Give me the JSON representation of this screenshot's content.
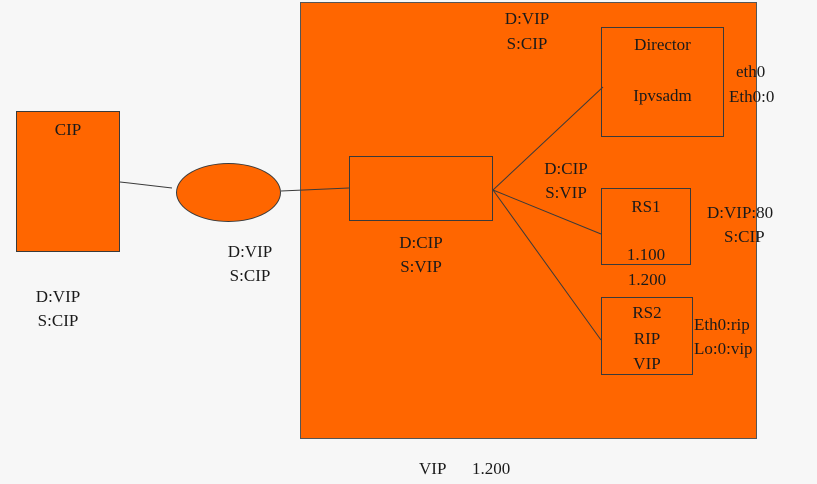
{
  "client": {
    "label": "CIP",
    "below_line1": "D:VIP",
    "below_line2": "S:CIP"
  },
  "router": {
    "below_line1": "D:VIP",
    "below_line2": "S:CIP"
  },
  "large_box": {
    "top_line1": "D:VIP",
    "top_line2": "S:CIP",
    "bottom_label_a": "VIP",
    "bottom_label_b": "1.200"
  },
  "switch_box": {
    "below_line1": "D:CIP",
    "below_line2": "S:VIP"
  },
  "director": {
    "title": "Director",
    "subtitle": "Ipvsadm",
    "side_line1": "eth0",
    "side_line2": "Eth0:0"
  },
  "middle_label": {
    "line1": "D:CIP",
    "line2": "S:VIP"
  },
  "rs1": {
    "title": "RS1",
    "ip": "1.100",
    "below": "1.200",
    "side_line1": "D:VIP:80",
    "side_line2": "S:CIP"
  },
  "rs2": {
    "line1": "RS2",
    "line2": "RIP",
    "line3": "VIP",
    "side_line1": "Eth0:rip",
    "side_line2": "Lo:0:vip"
  },
  "colors": {
    "fill": "#ff6600",
    "line": "#3a3a3a",
    "background": "#f7f7f7"
  }
}
